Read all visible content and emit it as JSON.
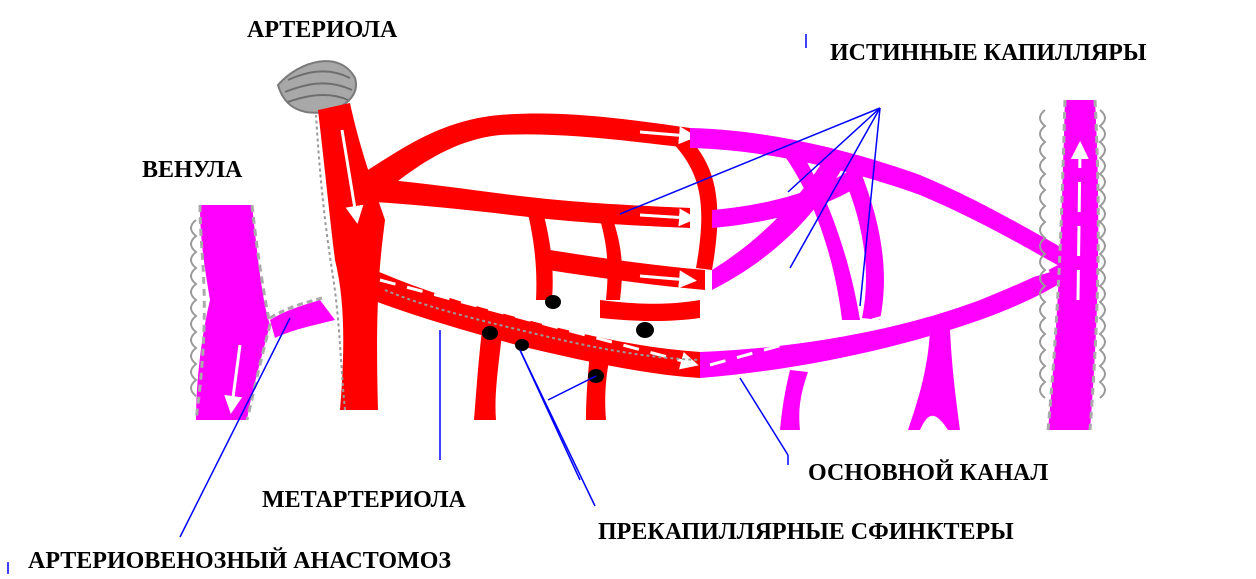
{
  "labels": {
    "arteriole": "АРТЕРИОЛА",
    "true_capillaries": "ИСТИННЫЕ КАПИЛЛЯРЫ",
    "venule": "ВЕНУЛА",
    "main_channel": "ОСНОВНОЙ КАНАЛ",
    "metarteriole": "МЕТАРТЕРИОЛА",
    "precapillary_sphincters": "ПРЕКАПИЛЛЯРНЫЕ СФИНКТЕРЫ",
    "arteriovenous_anastomosis": "АРТЕРИОВЕНОЗНЫЙ АНАСТОМОЗ"
  },
  "colors": {
    "arterial": "#ff0000",
    "venous": "#ff00ff",
    "leader_line": "#0000ff",
    "arteriole_wall": "#a8a8a8",
    "sphincter": "#000000",
    "flow_arrow": "#ffffff"
  }
}
